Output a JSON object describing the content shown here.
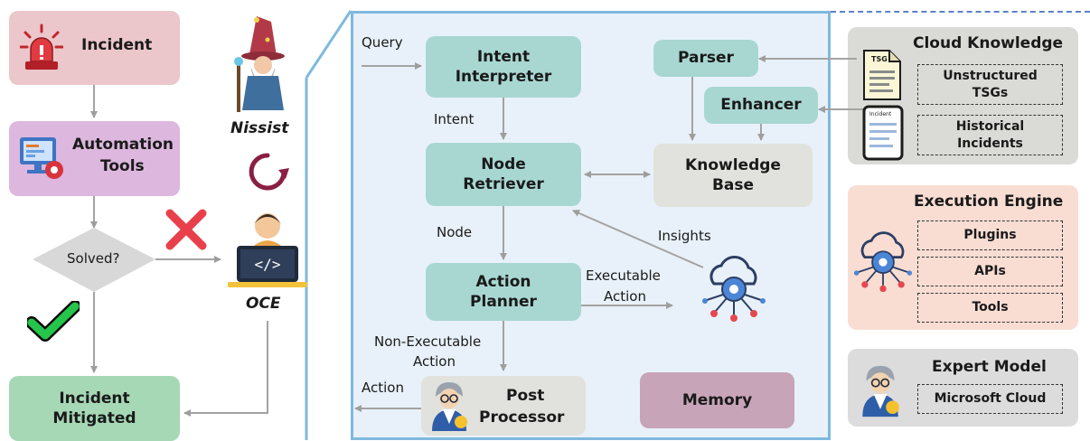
{
  "left": {
    "incident": "Incident",
    "automation_line1": "Automation",
    "automation_line2": "Tools",
    "solved": "Solved?",
    "mitigated_line1": "Incident",
    "mitigated_line2": "Mitigated",
    "nissist": "Nissist",
    "oce": "OCE"
  },
  "center": {
    "query": "Query",
    "intent_interpreter_line1": "Intent",
    "intent_interpreter_line2": "Interpreter",
    "intent": "Intent",
    "node_retriever_line1": "Node",
    "node_retriever_line2": "Retriever",
    "node": "Node",
    "action_planner_line1": "Action",
    "action_planner_line2": "Planner",
    "executable_line1": "Executable",
    "executable_line2": "Action",
    "non_executable_line1": "Non-Executable",
    "non_executable_line2": "Action",
    "action": "Action",
    "post_processor_line1": "Post",
    "post_processor_line2": "Processor",
    "parser": "Parser",
    "enhancer": "Enhancer",
    "knowledge_base_line1": "Knowledge",
    "knowledge_base_line2": "Base",
    "insights": "Insights",
    "memory": "Memory"
  },
  "right": {
    "cloud_knowledge": {
      "title": "Cloud Knowledge",
      "tsg_doc": "TSG",
      "incident_doc": "Incident",
      "unstructured_line1": "Unstructured",
      "unstructured_line2": "TSGs",
      "historical_line1": "Historical",
      "historical_line2": "Incidents"
    },
    "execution_engine": {
      "title": "Execution Engine",
      "items": [
        "Plugins",
        "APIs",
        "Tools"
      ]
    },
    "expert_model": {
      "title": "Expert Model",
      "item": "Microsoft Cloud"
    }
  },
  "colors": {
    "incident": "#ebc6ca",
    "automation": "#ddb7de",
    "mitigated": "#a6d8b6",
    "module": "#a8d7d2",
    "knowledge_base": "#e1e2dd",
    "memory": "#c7a4b7",
    "center_panel": "#e8f1f9",
    "center_border": "#7fb9df",
    "cloud_knowledge_panel": "#dadbd6",
    "execution_panel": "#f9ddd3",
    "expert_panel": "#dcdcdc"
  },
  "icons": [
    "alarm-icon",
    "automation-monitor-icon",
    "cross-mark-icon",
    "check-mark-icon",
    "wizard-icon",
    "cycle-arrow-icon",
    "engineer-laptop-icon",
    "cloud-gear-icon",
    "document-icon",
    "expert-avatar-icon"
  ]
}
